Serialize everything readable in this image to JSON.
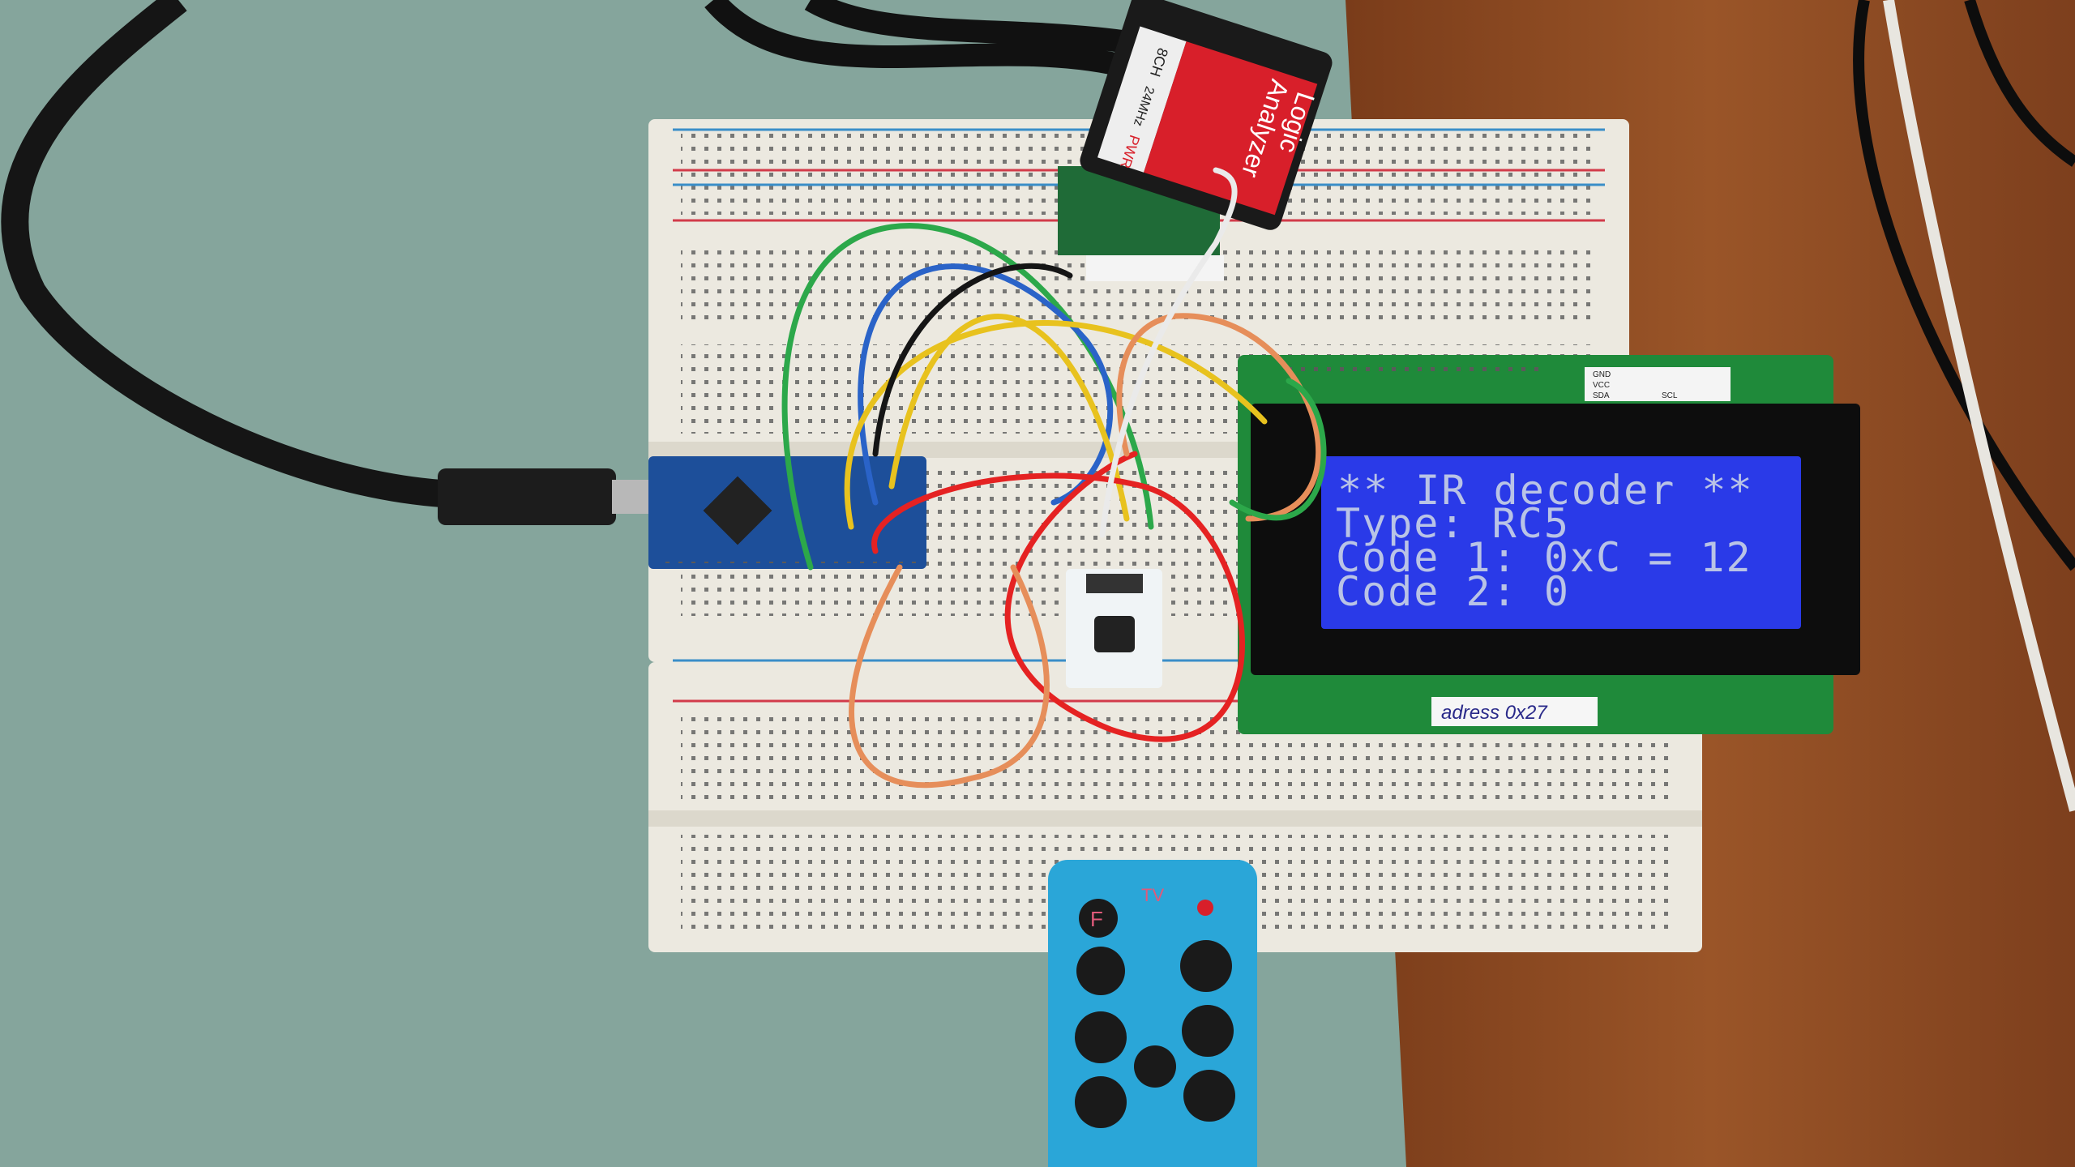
{
  "lcd": {
    "lines": [
      "** IR decoder **",
      "Type: RC5",
      "Code 1: 0xC = 12",
      "Code 2: 0"
    ],
    "address_label": "adress 0x27",
    "header_pins": [
      "GND",
      "VCC",
      "SDA",
      "SCL"
    ],
    "backlight_color": "#2a3ae8"
  },
  "logic_analyzer": {
    "title_line1": "Logic",
    "title_line2": "Analyzer",
    "channels": "8CH",
    "rate": "24MHz",
    "power": "PWR"
  },
  "remote": {
    "mode_label": "TV",
    "function_button": "F",
    "color": "#2aa6d8"
  },
  "colors": {
    "fabric": "#85a59c",
    "wood": "#8b4a22",
    "breadboard": "#ece9e0"
  }
}
